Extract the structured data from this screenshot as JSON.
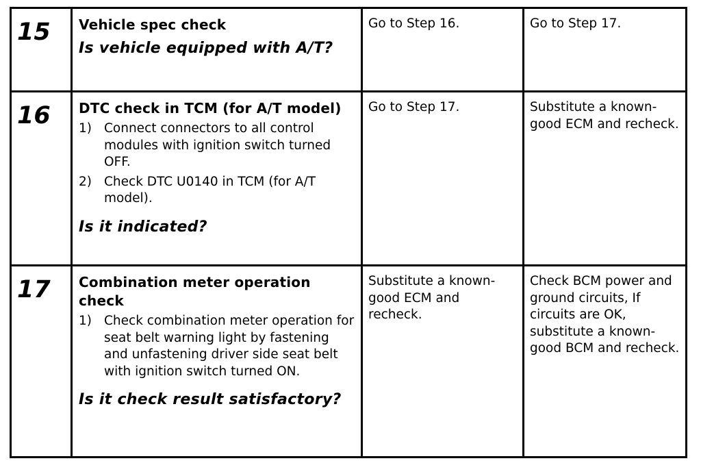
{
  "rows": [
    {
      "step": "15",
      "title": "Vehicle spec check",
      "items": [],
      "question": "Is vehicle equipped with A/T?",
      "yes": "Go to Step 16.",
      "no": "Go to Step 17."
    },
    {
      "step": "16",
      "title": "DTC check in TCM (for A/T model)",
      "items": [
        {
          "marker": "1)",
          "text": "Connect connectors to all control modules with ignition switch turned OFF."
        },
        {
          "marker": "2)",
          "text": "Check DTC U0140 in TCM (for A/T model)."
        }
      ],
      "question": "Is it indicated?",
      "yes": "Go to Step 17.",
      "no": "Substitute a known-good ECM and recheck."
    },
    {
      "step": "17",
      "title": "Combination meter operation check",
      "items": [
        {
          "marker": "1)",
          "text": "Check combination meter operation for seat belt warning light by fastening and unfastening driver side seat belt with ignition switch turned ON."
        }
      ],
      "question": "Is it check result satisfactory?",
      "yes": "Substitute a known-good ECM and recheck.",
      "no": "Check BCM power and ground circuits, If circuits are OK, substitute a known-good BCM and recheck."
    }
  ]
}
